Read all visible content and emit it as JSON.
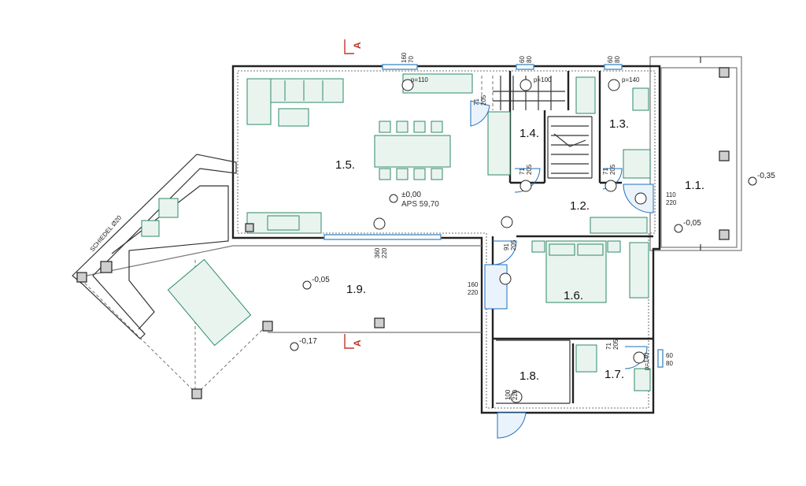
{
  "rooms": [
    {
      "id": "1.1.",
      "label": "1.1."
    },
    {
      "id": "1.2.",
      "label": "1.2."
    },
    {
      "id": "1.3.",
      "label": "1.3."
    },
    {
      "id": "1.4.",
      "label": "1.4."
    },
    {
      "id": "1.5.",
      "label": "1.5."
    },
    {
      "id": "1.6.",
      "label": "1.6."
    },
    {
      "id": "1.7.",
      "label": "1.7."
    },
    {
      "id": "1.8.",
      "label": "1.8."
    },
    {
      "id": "1.9.",
      "label": "1.9."
    }
  ],
  "levels": {
    "main": "±0,00",
    "terrace_1_1": "-0,35",
    "entry_1_1": "-0,05",
    "terrace_1_9": "-0,05",
    "terrace_edge": "-0,17"
  },
  "aps": "APS 59,70",
  "section_marker": "A",
  "chimney_label": "SCHIEDEL Ø20",
  "door_dims": {
    "d71_205_a": [
      "71",
      "205"
    ],
    "d71_205_b": [
      "71",
      "205"
    ],
    "d71_205_c": [
      "71",
      "205"
    ],
    "d71_205_d": [
      "71",
      "205"
    ],
    "d110_220": [
      "110",
      "220"
    ],
    "d91_205": [
      "91",
      "205"
    ],
    "d160_220": [
      "160",
      "220"
    ],
    "d360_220": [
      "360",
      "220"
    ],
    "d100_220": [
      "100",
      "220"
    ]
  },
  "window_dims": {
    "w160_70": [
      "160",
      "70"
    ],
    "w60_80_a": [
      "60",
      "80"
    ],
    "w60_80_b": [
      "60",
      "80"
    ],
    "w60_80_c": [
      "60",
      "80"
    ]
  },
  "sill_notes": {
    "kitchen": "p=110",
    "stair": "p=100",
    "bath_1_3": "p=140",
    "bath_1_7": "p=140"
  }
}
